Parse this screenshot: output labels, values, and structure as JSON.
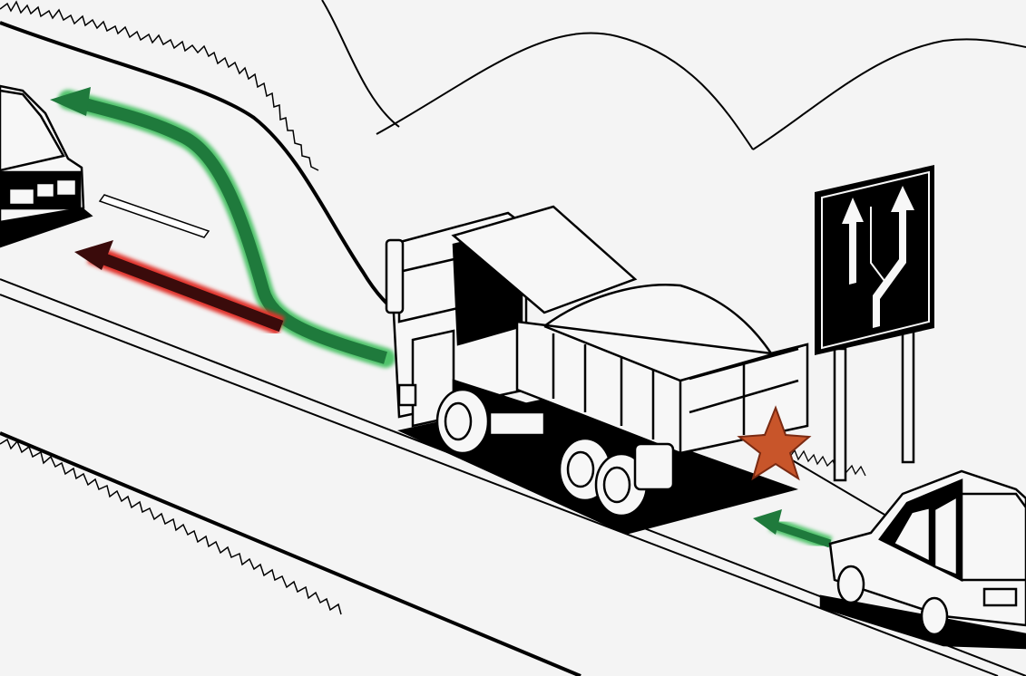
{
  "scene": {
    "type": "road-traffic-illustration",
    "subjects": [
      "dump-truck",
      "car-oncoming",
      "car-behind",
      "lane-direction-sign"
    ],
    "sign": {
      "arrows": 2
    }
  },
  "colors": {
    "background": "#f4f4f4",
    "ink": "#000000",
    "paper": "#f7f7f7",
    "green_arrow": "#1f7a3c",
    "green_glow": "#4fc36a",
    "red_arrow": "#3a0b0b",
    "red_glow": "#e0302a",
    "star": "#c8552a",
    "star_outline": "#7a2a12"
  }
}
